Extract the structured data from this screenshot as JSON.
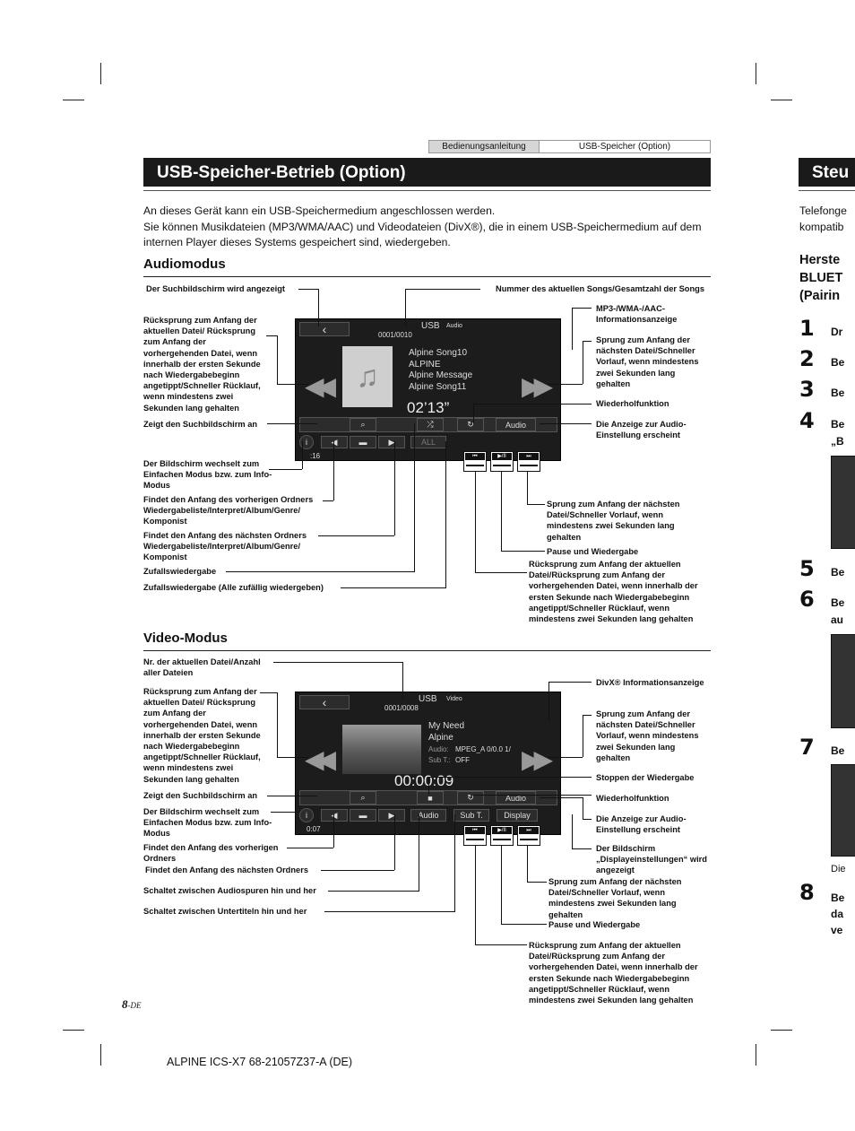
{
  "header": {
    "tab_manual": "Bedienungsanleitung",
    "tab_section": "USB-Speicher (Option)"
  },
  "title": "USB-Speicher-Betrieb (Option)",
  "intro": {
    "line1": "An dieses Gerät kann ein USB-Speichermedium angeschlossen werden.",
    "line2": "Sie können Musikdateien (MP3/WMA/AAC) und Videodateien (DivX®), die in einem USB-Speichermedium auf dem internen Player dieses Systems gespeichert sind, wiedergeben."
  },
  "audio": {
    "heading": "Audiomodus",
    "screen": {
      "source": "USB",
      "mode": "Audio",
      "counter": "0001/0010",
      "songs": [
        "Alpine Song10",
        "ALPINE",
        "Alpine Message",
        "Alpine Song11"
      ],
      "time": "02’13”",
      "elapsed": ":16",
      "audio_btn": "Audio",
      "all_label": "ALL"
    },
    "labels": {
      "search_screen": "Der Suchbildschirm wird angezeigt",
      "song_number": "Nummer des aktuellen Songs/Gesamtzahl der Songs",
      "prev": "Rücksprung zum Anfang der aktuellen Datei/ Rücksprung zum Anfang der vorhergehenden Datei, wenn innerhalb der ersten Sekunde nach Wiedergabebeginn angetippt/Schneller Rücklauf, wenn mindestens zwei Sekunden lang gehalten",
      "info": "MP3-/WMA-/AAC-Informationsanzeige",
      "next": "Sprung zum Anfang der nächsten Datei/Schneller Vorlauf, wenn mindestens zwei Sekunden lang gehalten",
      "search": "Zeigt den Suchbildschirm an",
      "repeat": "Wiederholfunktion",
      "audio_setting": "Die Anzeige zur Audio-Einstellung erscheint",
      "mode_switch": "Der Bildschirm wechselt zum Einfachen Modus bzw. zum Info-Modus",
      "prev_folder": "Findet den Anfang des vorherigen Ordners Wiedergabeliste/Interpret/Album/Genre/ Komponist",
      "next_folder": "Findet den Anfang des nächsten Ordners Wiedergabeliste/Interpret/Album/Genre/ Komponist",
      "shuffle": "Zufallswiedergabe",
      "shuffle_all": "Zufallswiedergabe (Alle zufällig wiedergeben)",
      "mini_next": "Sprung zum Anfang der nächsten Datei/Schneller Vorlauf, wenn mindestens zwei Sekunden lang gehalten",
      "mini_pause": "Pause und Wiedergabe",
      "mini_prev": "Rücksprung zum Anfang der aktuellen Datei/Rücksprung zum Anfang der vorhergehenden Datei, wenn innerhalb der ersten Sekunde nach Wiedergabebeginn angetippt/Schneller Rücklauf, wenn mindestens zwei Sekunden lang gehalten"
    }
  },
  "video": {
    "heading": "Video-Modus",
    "screen": {
      "source": "USB",
      "mode": "Video",
      "counter": "0001/0008",
      "title": "My Need",
      "artist": "Alpine",
      "audio_info": "MPEG_A  0/0.0  1/",
      "audio_key": "Audio:",
      "sub_key": "Sub T.:",
      "sub_value": "OFF",
      "time": "00:00:09",
      "elapsed": "0:07",
      "btn_audio": "Audio",
      "btn_sub": "Sub T.",
      "btn_display": "Display",
      "audio_btn": "Audio"
    },
    "labels": {
      "file_number": "Nr. der aktuellen Datei/Anzahl aller Dateien",
      "divx": "DivX® Informationsanzeige",
      "prev": "Rücksprung zum Anfang der aktuellen Datei/ Rücksprung zum Anfang der vorhergehenden Datei, wenn innerhalb der ersten Sekunde nach Wiedergabebeginn angetippt/Schneller Rücklauf, wenn mindestens zwei Sekunden lang gehalten",
      "next": "Sprung zum Anfang der nächsten Datei/Schneller Vorlauf, wenn mindestens zwei Sekunden lang gehalten",
      "stop": "Stoppen der Wiedergabe",
      "search": "Zeigt den Suchbildschirm an",
      "repeat": "Wiederholfunktion",
      "mode_switch": "Der Bildschirm wechselt zum Einfachen Modus bzw. zum Info-Modus",
      "audio_setting": "Die Anzeige zur Audio-Einstellung erscheint",
      "prev_folder": "Findet den Anfang des vorherigen Ordners",
      "display_settings": "Der Bildschirm „Displayeinstellungen“ wird angezeigt",
      "next_folder": "Findet den Anfang des nächsten Ordners",
      "audio_tracks": "Schaltet zwischen Audiospuren hin und her",
      "subtitles": "Schaltet zwischen Untertiteln hin und her",
      "mini_next": "Sprung zum Anfang der nächsten Datei/Schneller Vorlauf, wenn mindestens zwei Sekunden lang gehalten",
      "mini_pause": "Pause und Wiedergabe",
      "mini_prev": "Rücksprung zum Anfang der aktuellen Datei/Rücksprung zum Anfang der vorhergehenden Datei, wenn innerhalb der ersten Sekunde nach Wiedergabebeginn angetippt/Schneller Rücklauf, wenn mindestens zwei Sekunden lang gehalten"
    }
  },
  "mini_labels": {
    "prev": "⏮",
    "play": "▶/II",
    "next": "⏭"
  },
  "page_number": "8",
  "page_suffix": "-DE",
  "footer": "ALPINE ICS-X7 68-21057Z37-A (DE)",
  "right_page": {
    "title": "Steu",
    "intro1": "Telefonge",
    "intro2": "kompatib",
    "heading1": "Herste",
    "heading2": "BLUET",
    "heading3": "(Pairin",
    "steps": [
      {
        "n": "1",
        "t": "Dr"
      },
      {
        "n": "2",
        "t": "Be"
      },
      {
        "n": "3",
        "t": "Be"
      },
      {
        "n": "4",
        "t": "Be"
      },
      {
        "n": "5",
        "t": "Be"
      },
      {
        "n": "6",
        "t": "Be"
      },
      {
        "n": "7",
        "t": "Be"
      },
      {
        "n": "8",
        "t": "Be"
      }
    ],
    "step4_extra": "„B",
    "step6_extra": "au",
    "step8_extra1": "da",
    "step8_extra2": "ve",
    "note": "Die"
  }
}
